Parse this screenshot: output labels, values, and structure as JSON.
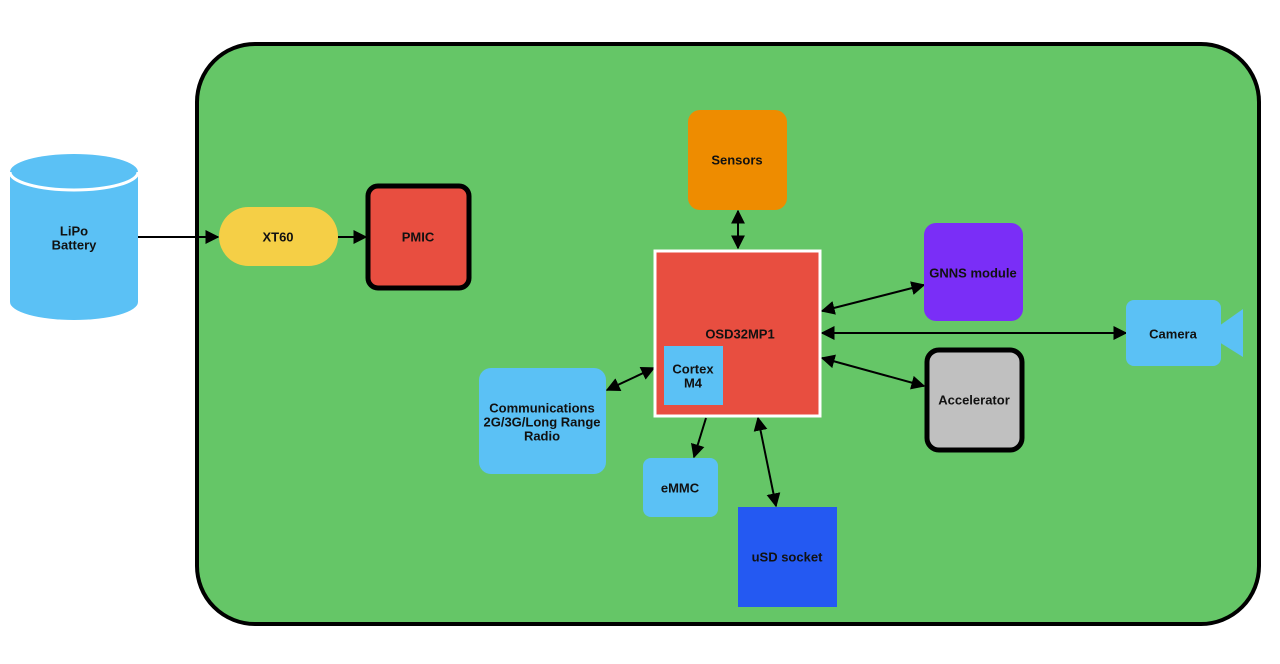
{
  "nodes": {
    "battery": {
      "lines": [
        "LiPo",
        "Battery"
      ],
      "color": "#5bc1f5"
    },
    "xt60": {
      "lines": [
        "XT60"
      ],
      "color": "#f5cf46"
    },
    "pmic": {
      "lines": [
        "PMIC"
      ],
      "color": "#e84e40"
    },
    "sensors": {
      "lines": [
        "Sensors"
      ],
      "color": "#ee8c00"
    },
    "soc": {
      "lines": [
        "OSD32MP1"
      ],
      "color": "#e84e40"
    },
    "cortex": {
      "lines": [
        "Cortex",
        "M4"
      ],
      "color": "#5bc1f5"
    },
    "gnns": {
      "lines": [
        "GNNS module"
      ],
      "color": "#7a2ef7"
    },
    "camera": {
      "lines": [
        "Camera"
      ],
      "color": "#5bc1f5"
    },
    "accelerator": {
      "lines": [
        "Accelerator"
      ],
      "color": "#c0c0c0"
    },
    "comms": {
      "lines": [
        "Communications",
        "2G/3G/Long Range",
        "Radio"
      ],
      "color": "#5bc1f5"
    },
    "emmc": {
      "lines": [
        "eMMC"
      ],
      "color": "#5bc1f5"
    },
    "usd": {
      "lines": [
        "uSD socket"
      ],
      "color": "#2459f2"
    }
  },
  "colors": {
    "board": "#65c667",
    "board_border": "#000000",
    "arrow": "#000000"
  }
}
